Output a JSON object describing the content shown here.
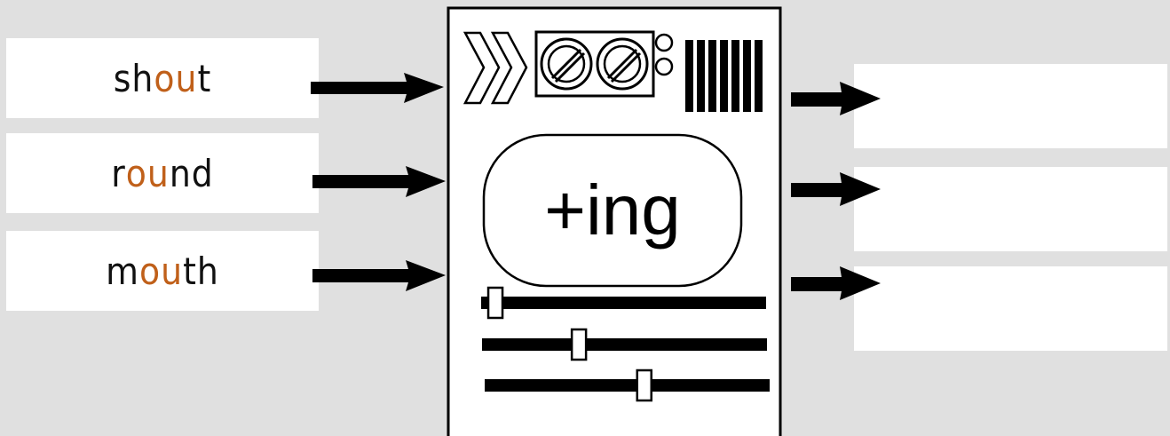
{
  "inputs": [
    {
      "pre": "sh",
      "hl": "ou",
      "post": "t"
    },
    {
      "pre": "r",
      "hl": "ou",
      "post": "nd"
    },
    {
      "pre": "m",
      "hl": "ou",
      "post": "th"
    }
  ],
  "outputs": [
    "",
    "",
    ""
  ],
  "machine": {
    "label": "+ing",
    "slider_levels": [
      0.05,
      0.34,
      0.56
    ]
  },
  "colors": {
    "background": "#e0e0e0",
    "highlight": "#c0601a",
    "card": "#ffffff",
    "ink": "#000000"
  }
}
